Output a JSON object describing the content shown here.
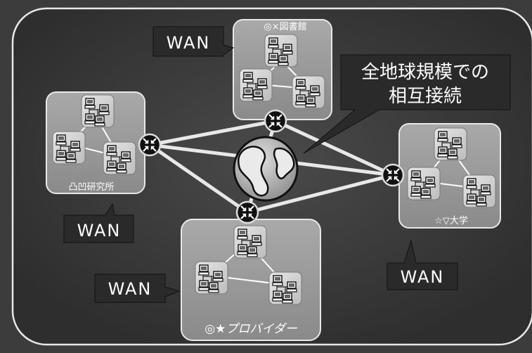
{
  "networks": {
    "library": "◎×図書館",
    "lab": "凸凹研究所",
    "university": "☆▽大学",
    "provider": "◎★プロバイダー"
  },
  "wan_label": "WAN",
  "callout": {
    "line1": "全地球規模での",
    "line2": "相互接続"
  }
}
